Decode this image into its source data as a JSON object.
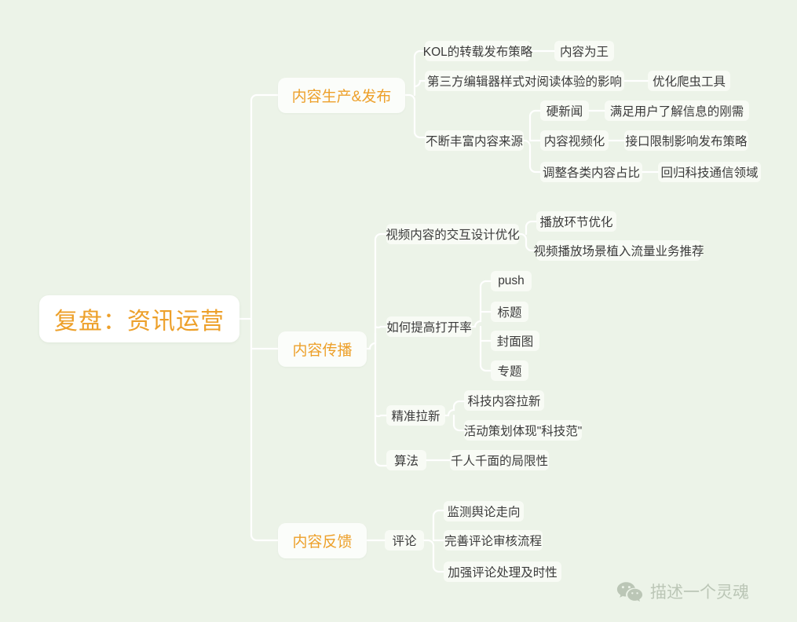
{
  "mindmap": {
    "root": {
      "label": "复盘：资讯运营"
    },
    "branches": [
      {
        "label": "内容生产&发布",
        "children": [
          {
            "label": "KOL的转载发布策略",
            "children": [
              {
                "label": "内容为王"
              }
            ]
          },
          {
            "label": "第三方编辑器样式对阅读体验的影响",
            "children": [
              {
                "label": "优化爬虫工具"
              }
            ]
          },
          {
            "label": "不断丰富内容来源",
            "children": [
              {
                "label": "硬新闻",
                "children": [
                  {
                    "label": "满足用户了解信息的刚需"
                  }
                ]
              },
              {
                "label": "内容视频化",
                "children": [
                  {
                    "label": "接口限制影响发布策略"
                  }
                ]
              },
              {
                "label": "调整各类内容占比",
                "children": [
                  {
                    "label": "回归科技通信领域"
                  }
                ]
              }
            ]
          }
        ]
      },
      {
        "label": "内容传播",
        "children": [
          {
            "label": "视频内容的交互设计优化",
            "children": [
              {
                "label": "播放环节优化"
              },
              {
                "label": "视频播放场景植入流量业务推荐"
              }
            ]
          },
          {
            "label": "如何提高打开率",
            "children": [
              {
                "label": "push"
              },
              {
                "label": "标题"
              },
              {
                "label": "封面图"
              },
              {
                "label": "专题"
              }
            ]
          },
          {
            "label": "精准拉新",
            "children": [
              {
                "label": "科技内容拉新"
              },
              {
                "label": "活动策划体现\"科技范\""
              }
            ]
          },
          {
            "label": "算法",
            "children": [
              {
                "label": "千人千面的局限性"
              }
            ]
          }
        ]
      },
      {
        "label": "内容反馈",
        "children": [
          {
            "label": "评论",
            "children": [
              {
                "label": "监测舆论走向"
              },
              {
                "label": "完善评论审核流程"
              },
              {
                "label": "加强评论处理及时性"
              }
            ]
          }
        ]
      }
    ]
  },
  "watermark": {
    "label": "描述一个灵魂",
    "icon": "wechat-icon"
  },
  "colors": {
    "background": "#ecf3e8",
    "root_text": "#eda02a",
    "branch_text": "#eda02a",
    "leaf_text": "#3b3b3b",
    "connector": "#ffffff",
    "node_fill": "#ffffff",
    "watermark_text": "#b9c4b4"
  }
}
